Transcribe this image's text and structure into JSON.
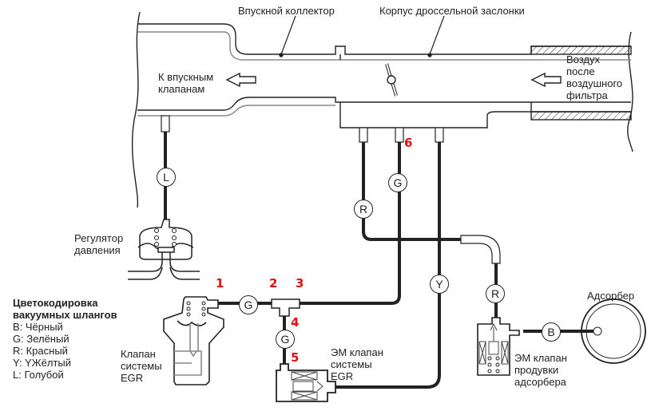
{
  "labels": {
    "intake_manifold": "Впускной коллектор",
    "throttle_body": "Корпус дроссельной заслонки",
    "to_intake_valves": "К впускным\nклапанам",
    "air_after_filter": "Воздух\nпосле\nвоздушного\nфильтра",
    "pressure_regulator": "Регулятор\nдавления",
    "egr_valve": "Клапан\nсистемы\nEGR",
    "egr_solenoid": "ЭМ клапан\nсистемы\nEGR",
    "purge_solenoid": "ЭМ клапан\nпродувки\nадсорбера",
    "canister": "Адсорбер"
  },
  "legend": {
    "title": "Цветокодировка\nвакуумных шлангов",
    "items": [
      {
        "code": "B",
        "text": "B: Чёрный"
      },
      {
        "code": "G",
        "text": "G: Зелёный"
      },
      {
        "code": "R",
        "text": "R: Красный"
      },
      {
        "code": "Y",
        "text": "Y: YЖёлтый"
      },
      {
        "code": "L",
        "text": "L: Голубой"
      }
    ]
  },
  "hose_badges": {
    "regulator": "L",
    "throttle_r": "R",
    "throttle_g": "G",
    "egr_valve": "G",
    "egr_solenoid": "G",
    "yellow": "Y",
    "purge": "R",
    "canister": "B"
  },
  "points": [
    "1",
    "2",
    "3",
    "4",
    "5",
    "6"
  ],
  "colors": {
    "marker": "#e01010",
    "line": "#222222"
  }
}
